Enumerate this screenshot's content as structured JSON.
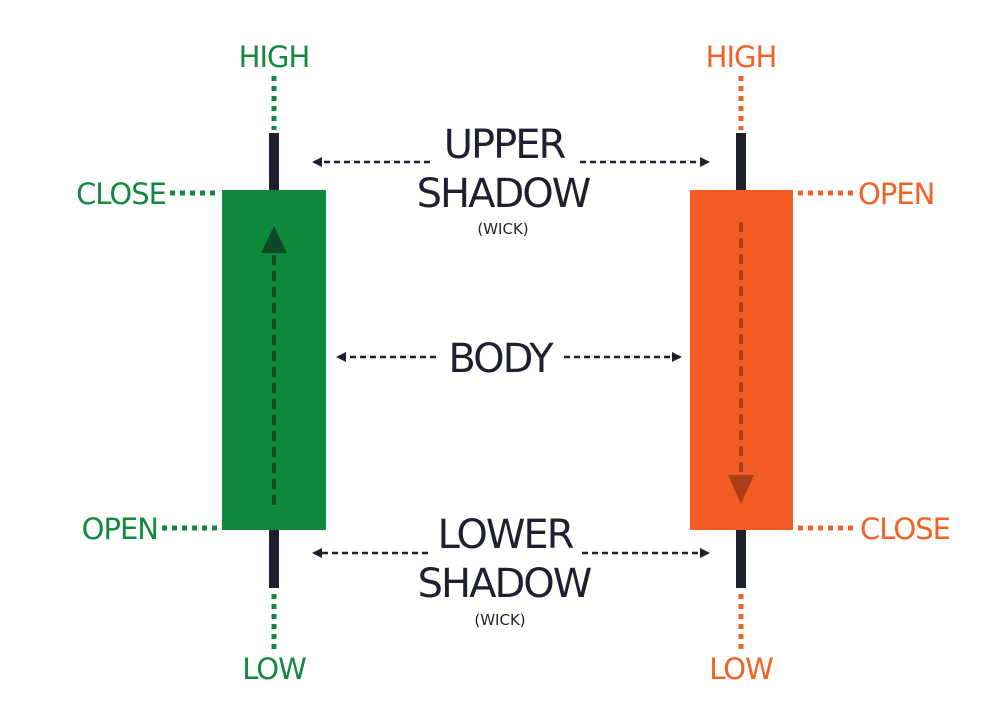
{
  "colors": {
    "bullish": "#0f8a3c",
    "bullish_text": "#13893f",
    "bullish_arrow": "#0b4a24",
    "bearish": "#f25c22",
    "bearish_text": "#f26125",
    "bearish_arrow": "#a9401a",
    "wick": "#1e2030",
    "annotation": "#1e2030"
  },
  "bullish": {
    "high": "HIGH",
    "close": "CLOSE",
    "open": "OPEN",
    "low": "LOW"
  },
  "bearish": {
    "high": "HIGH",
    "open": "OPEN",
    "close": "CLOSE",
    "low": "LOW"
  },
  "annotations": {
    "upper_1": "UPPER",
    "upper_2": "SHADOW",
    "upper_3": "(WICK)",
    "body": "BODY",
    "lower_1": "LOWER",
    "lower_2": "SHADOW",
    "lower_3": "(WICK)"
  }
}
